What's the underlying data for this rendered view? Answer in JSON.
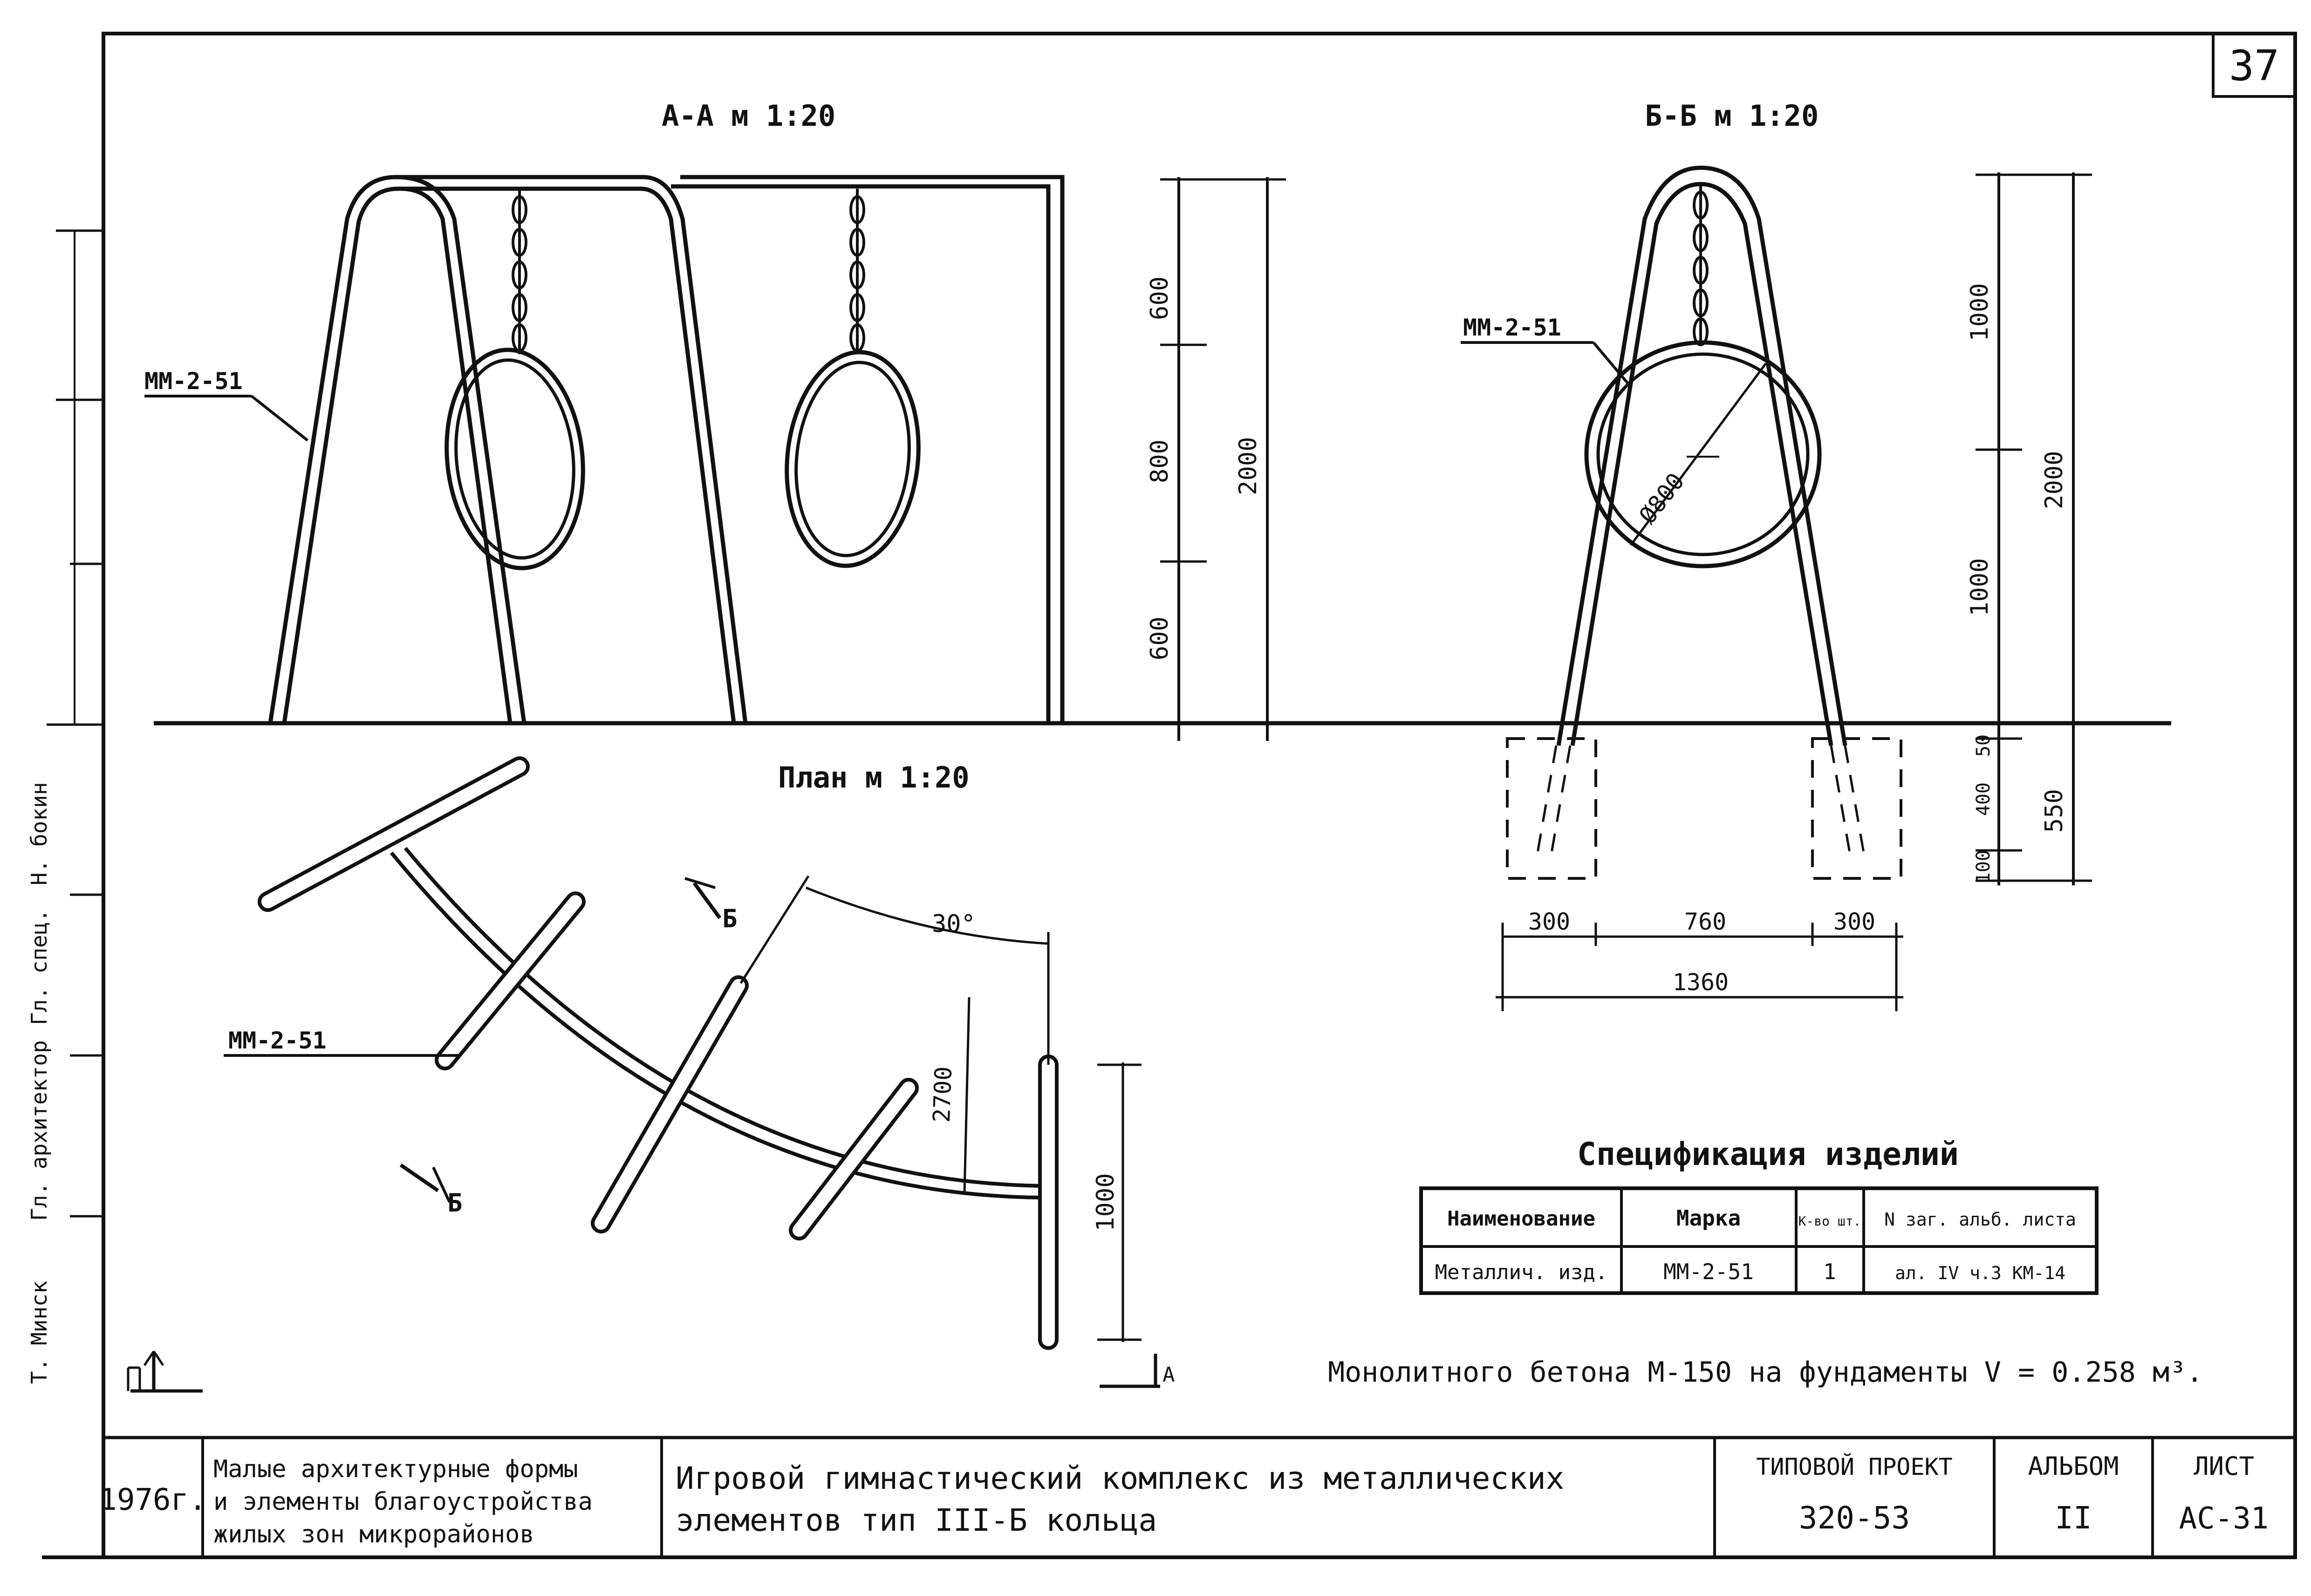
{
  "sheet_number": "37",
  "views": {
    "section_aa": {
      "title": "А-А  м 1:20",
      "callout": "ММ-2-51"
    },
    "section_bb": {
      "title": "Б-Б  м 1:20",
      "callout": "ММ-2-51",
      "diameter": "Ø800"
    },
    "plan": {
      "title": "План  м 1:20",
      "callout": "ММ-2-51",
      "angle": "30°",
      "radius": "2700",
      "length": "1000",
      "section_mark": "Б",
      "view_mark": "А"
    }
  },
  "dims_aa": {
    "d1": "600",
    "d2": "800",
    "d3": "600",
    "total": "2000"
  },
  "dims_bb": {
    "upper": "1000",
    "lower": "1000",
    "total": "2000",
    "f50": "50",
    "f400": "400",
    "f100": "100",
    "f550": "550",
    "w1": "300",
    "w2": "760",
    "w3": "300",
    "wtotal": "1360"
  },
  "spec": {
    "title": "Спецификация  изделий",
    "headers": [
      "Наименование",
      "Марка",
      "К-во шт.",
      "N заг. альб. листа"
    ],
    "row": [
      "Металлич. изд.",
      "ММ-2-51",
      "1",
      "ал. IV ч.3 КМ-14"
    ]
  },
  "note": "Монолитного бетона М-150 на фундаменты V = 0.258 м³.",
  "side_labels": [
    "Т. Минск",
    "Гл. архитектор",
    "Гл. спец.",
    "Н. бокин"
  ],
  "title_block": {
    "year": "1976г.",
    "series_lines": [
      "Малые архитектурные формы",
      "и элементы благоустройства",
      "жилых зон микрорайонов"
    ],
    "title_lines": [
      "Игровой гимнастический комплекс из металлических",
      "элементов тип III-Б кольца"
    ],
    "project_label": "ТИПОВОЙ ПРОЕКТ",
    "project_value": "320-53",
    "album_label": "АЛЬБОМ",
    "album_value": "II",
    "sheet_label": "ЛИСТ",
    "sheet_value": "АС-31"
  }
}
